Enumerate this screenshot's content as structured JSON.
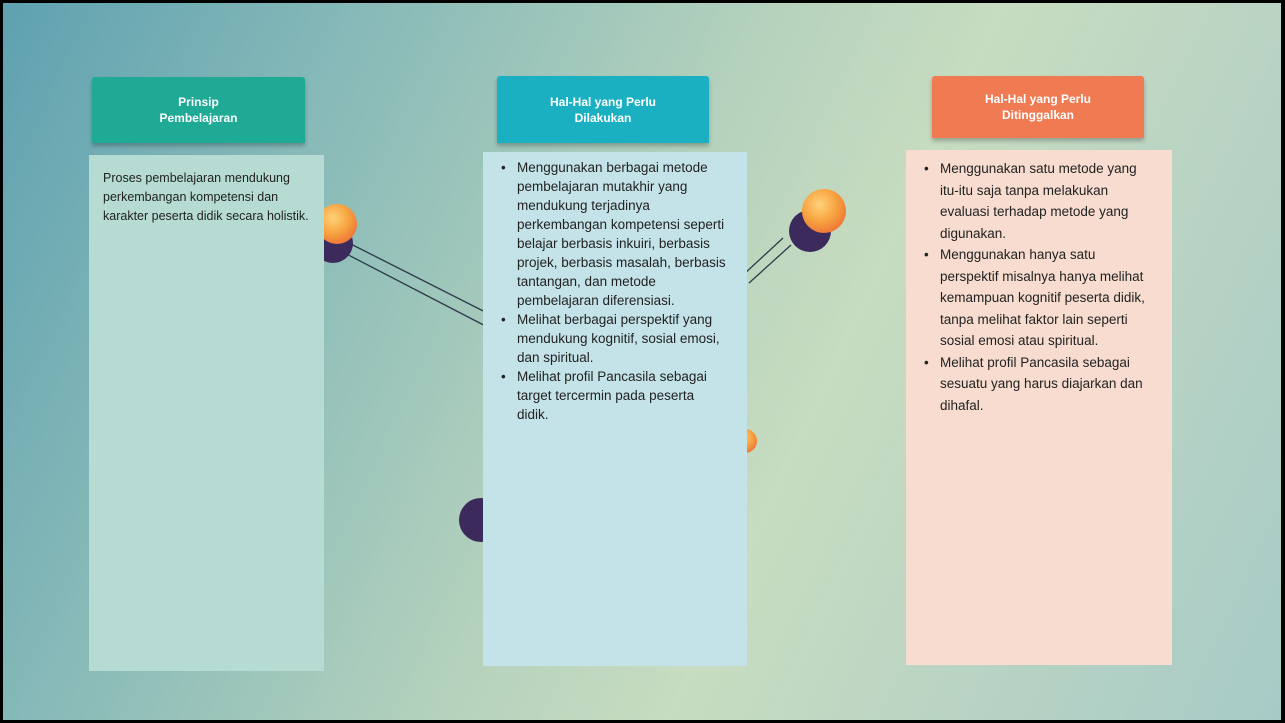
{
  "columns": [
    {
      "header": "Prinsip Pembelajaran",
      "text": "Proses pembelajaran mendukung perkembangan kompetensi dan karakter peserta didik secara holistik."
    },
    {
      "header": "Hal-Hal yang Perlu Dilakukan",
      "items": [
        "Menggunakan berbagai metode pembelajaran mutakhir yang mendukung terjadinya perkembangan kompetensi seperti belajar berbasis inkuiri, berbasis projek, berbasis masalah, berbasis tantangan, dan metode pembelajaran diferensiasi.",
        "Melihat berbagai perspektif yang mendukung kognitif, sosial emosi, dan spiritual.",
        "Melihat profil Pancasila sebagai target tercermin pada peserta didik."
      ]
    },
    {
      "header": "Hal-Hal yang Perlu Ditinggalkan",
      "items": [
        "Menggunakan satu metode yang itu-itu saja tanpa melakukan evaluasi terhadap metode yang digunakan.",
        "Menggunakan hanya satu perspektif misalnya hanya melihat kemampuan kognitif peserta didik, tanpa melihat faktor lain seperti sosial emosi atau spiritual.",
        "Melihat profil Pancasila sebagai sesuatu yang harus diajarkan dan dihafal."
      ]
    }
  ],
  "colors": {
    "header_1": "#1faa96",
    "header_2": "#1ab0c2",
    "header_3": "#f07a52",
    "card_1": "#b5dbd3",
    "card_2": "#c4e3e9",
    "card_3": "#f7dccf"
  }
}
